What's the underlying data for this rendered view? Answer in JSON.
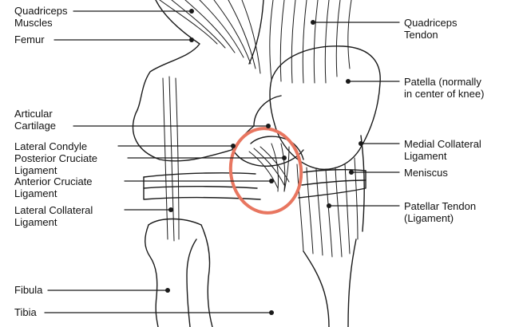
{
  "colors": {
    "ink": "#1a1a1a",
    "highlight": "#e87660",
    "background": "#ffffff"
  },
  "labels": {
    "quadriceps_muscles": {
      "line1": "Quadriceps",
      "line2": "Muscles"
    },
    "femur": {
      "line1": "Femur"
    },
    "articular_cartilage": {
      "line1": "Articular",
      "line2": "Cartilage"
    },
    "lateral_condyle": {
      "line1": "Lateral Condyle"
    },
    "posterior_cruciate": {
      "line1": "Posterior Cruciate",
      "line2": "Ligament"
    },
    "anterior_cruciate": {
      "line1": "Anterior Cruciate",
      "line2": "Ligament"
    },
    "lateral_collateral": {
      "line1": "Lateral Collateral",
      "line2": "Ligament"
    },
    "fibula": {
      "line1": "Fibula"
    },
    "tibia": {
      "line1": "Tibia"
    },
    "quadriceps_tendon": {
      "line1": "Quadriceps",
      "line2": "Tendon"
    },
    "patella": {
      "line1": "Patella (normally",
      "line2": "in center of knee)"
    },
    "medial_collateral": {
      "line1": "Medial Collateral",
      "line2": "Ligament"
    },
    "meniscus": {
      "line1": "Meniscus"
    },
    "patellar_tendon": {
      "line1": "Patellar Tendon",
      "line2": "(Ligament)"
    }
  },
  "highlight": {
    "shape": "ellipse",
    "target": "cruciate ligaments"
  }
}
